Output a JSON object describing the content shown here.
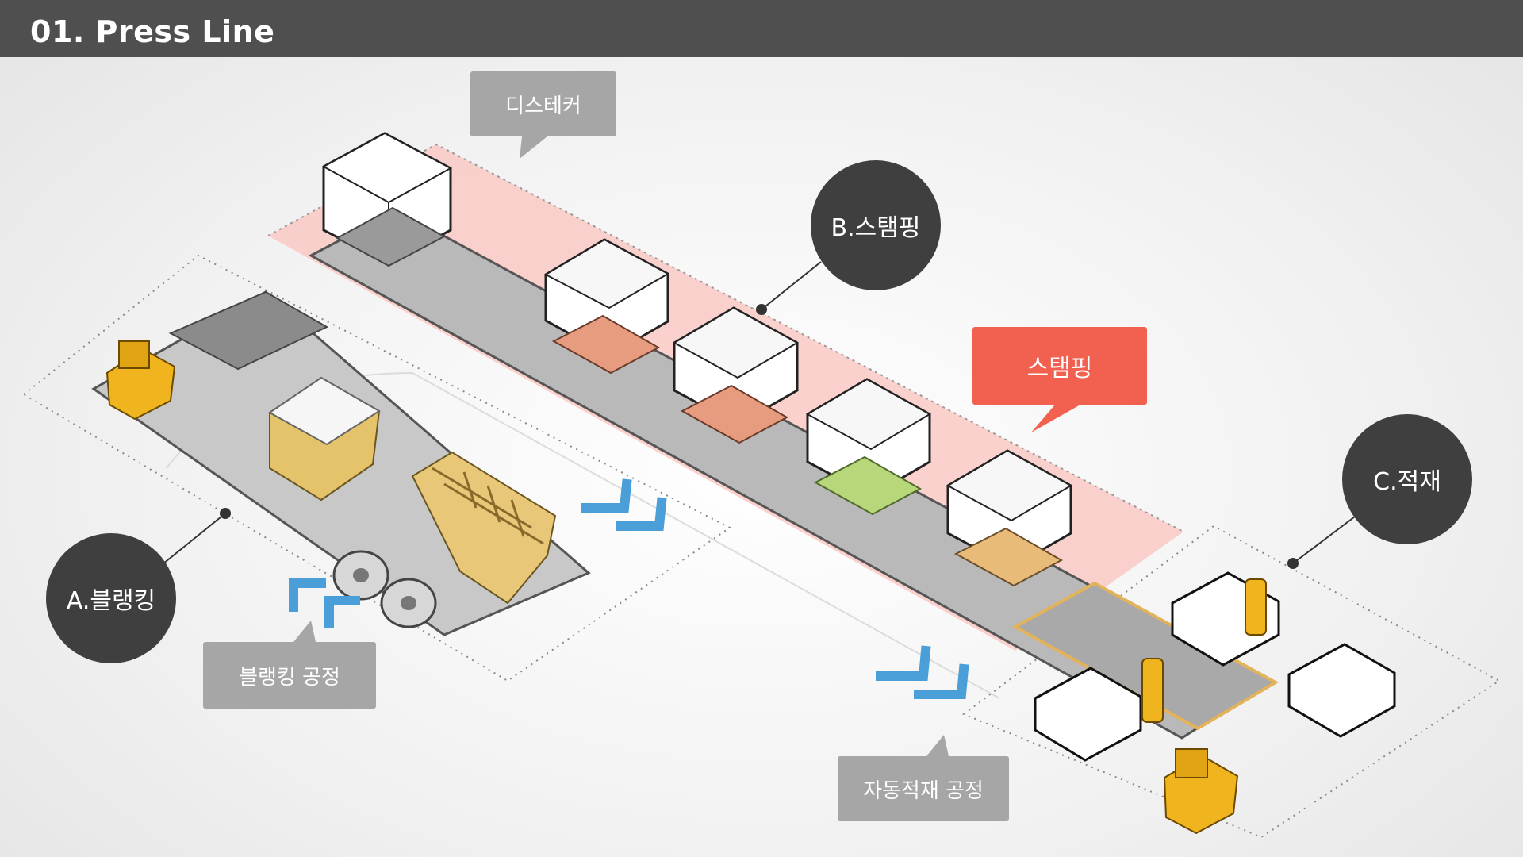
{
  "header": {
    "title": "01. Press Line"
  },
  "callouts": {
    "destacker": "디스테커",
    "stamping": "스탬핑",
    "blanking_process": "블랭킹 공정",
    "auto_stacking_process": "자동적재 공정"
  },
  "stages": {
    "a": "A.블랭킹",
    "b": "B.스탬핑",
    "c": "C.적재"
  },
  "colors": {
    "header_bg": "#4f4f4f",
    "circle_bg": "#3f3f3f",
    "callout_grey": "#a6a6a6",
    "callout_red": "#f2604f",
    "stamping_zone": "#f8c8c2",
    "arrow_blue": "#4b9fd8",
    "machine_yellow": "#e7c46c",
    "press_white": "#ffffff",
    "die_orange": "#e99b80",
    "die_green": "#b7d77c"
  }
}
